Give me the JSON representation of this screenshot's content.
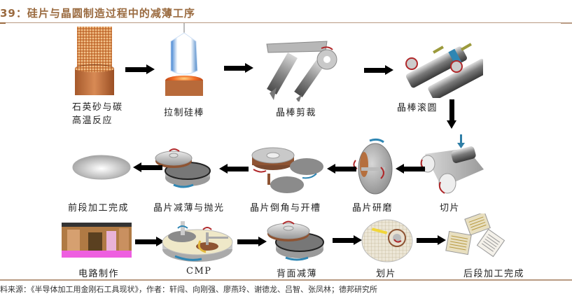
{
  "figure": {
    "title": "39：硅片与晶圆制造过程中的减薄工序",
    "source": "料来源：《半导体加工用金刚石工具现状》，作者：轩闯、向刚强、廖燕玲、谢德龙、吕智、张凤林；德邦研究所"
  },
  "steps": {
    "s1": {
      "line1": "石英砂与碳",
      "line2": "高温反应"
    },
    "s2": {
      "label": "拉制硅棒"
    },
    "s3": {
      "label": "晶棒剪裁"
    },
    "s4": {
      "label": "晶棒滚圆"
    },
    "s5": {
      "label": "切片"
    },
    "s6": {
      "label": "晶片研磨"
    },
    "s7": {
      "label": "晶片倒角与开槽"
    },
    "s8": {
      "label": "晶片减薄与抛光"
    },
    "s9": {
      "label": "前段加工完成"
    },
    "s10": {
      "label": "电路制作"
    },
    "s11": {
      "label": "CMP"
    },
    "s12": {
      "label": "背面减薄"
    },
    "s13": {
      "label": "划片"
    },
    "s14": {
      "label": "后段加工完成"
    }
  },
  "colors": {
    "title": "#9a6a3f",
    "rule": "#b89a82",
    "arrow": "#000000",
    "accent_red": "#b0282a",
    "accent_blue": "#2f86b3",
    "copper": "#c8733e"
  }
}
